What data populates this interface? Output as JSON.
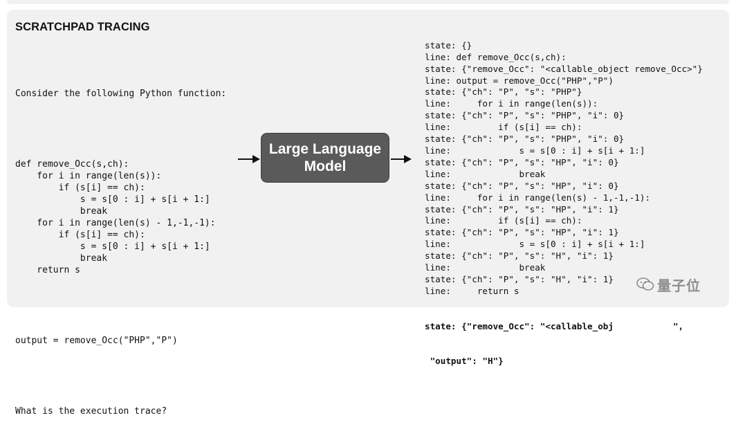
{
  "title": "SCRATCHPAD TRACING",
  "prompt": {
    "intro": "Consider the following Python function:",
    "code": [
      "def remove_Occ(s,ch):",
      "    for i in range(len(s)):",
      "        if (s[i] == ch):",
      "            s = s[0 : i] + s[i + 1:]",
      "            break",
      "    for i in range(len(s) - 1,-1,-1):",
      "        if (s[i] == ch):",
      "            s = s[0 : i] + s[i + 1:]",
      "            break",
      "    return s"
    ],
    "call": "output = remove_Occ(\"PHP\",\"P\")",
    "question": "What is the execution trace?"
  },
  "model_label": "Large Language Model",
  "trace": [
    "state: {}",
    "line: def remove_Occ(s,ch):",
    "state: {\"remove_Occ\": \"<callable_object remove_Occ>\"}",
    "line: output = remove_Occ(\"PHP\",\"P\")",
    "state: {\"ch\": \"P\", \"s\": \"PHP\"}",
    "line:     for i in range(len(s)):",
    "state: {\"ch\": \"P\", \"s\": \"PHP\", \"i\": 0}",
    "line:         if (s[i] == ch):",
    "state: {\"ch\": \"P\", \"s\": \"PHP\", \"i\": 0}",
    "line:             s = s[0 : i] + s[i + 1:]",
    "state: {\"ch\": \"P\", \"s\": \"HP\", \"i\": 0}",
    "line:             break",
    "state: {\"ch\": \"P\", \"s\": \"HP\", \"i\": 0}",
    "line:     for i in range(len(s) - 1,-1,-1):",
    "state: {\"ch\": \"P\", \"s\": \"HP\", \"i\": 1}",
    "line:         if (s[i] == ch):",
    "state: {\"ch\": \"P\", \"s\": \"HP\", \"i\": 1}",
    "line:             s = s[0 : i] + s[i + 1:]",
    "state: {\"ch\": \"P\", \"s\": \"H\", \"i\": 1}",
    "line:             break",
    "state: {\"ch\": \"P\", \"s\": \"H\", \"i\": 1}",
    "line:     return s"
  ],
  "trace_final": [
    "state: {\"remove_Occ\": \"<callable_obj",
    " \"output\": \"H\"}"
  ],
  "trace_final_tail": "\",",
  "watermark": {
    "icon": "wechat-icon",
    "text": "量子位"
  }
}
